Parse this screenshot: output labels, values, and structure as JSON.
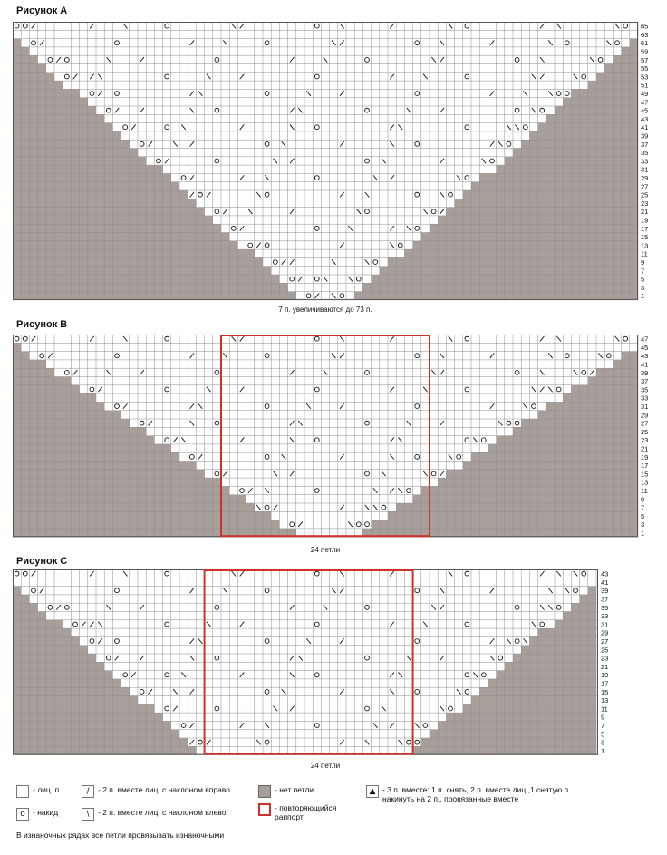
{
  "charts": [
    {
      "title": "Рисунок A",
      "caption": "7 п. увеличиваются до 73 п.",
      "row_labels": [
        "65",
        "63",
        "61",
        "59",
        "57",
        "55",
        "53",
        "51",
        "49",
        "47",
        "45",
        "43",
        "41",
        "39",
        "37",
        "35",
        "33",
        "31",
        "29",
        "27",
        "25",
        "23",
        "21",
        "19",
        "17",
        "15",
        "13",
        "11",
        "9",
        "7",
        "5",
        "3",
        "1"
      ]
    },
    {
      "title": "Рисунок B",
      "caption": "24 петли",
      "row_labels": [
        "47",
        "45",
        "43",
        "41",
        "39",
        "37",
        "35",
        "33",
        "31",
        "29",
        "27",
        "25",
        "23",
        "21",
        "19",
        "17",
        "15",
        "13",
        "11",
        "9",
        "7",
        "5",
        "3",
        "1"
      ]
    },
    {
      "title": "Рисунок C",
      "caption": "24 петли",
      "row_labels": [
        "43",
        "41",
        "39",
        "37",
        "35",
        "33",
        "31",
        "29",
        "27",
        "25",
        "23",
        "21",
        "19",
        "17",
        "15",
        "13",
        "11",
        "9",
        "7",
        "5",
        "3",
        "1"
      ]
    }
  ],
  "legend": [
    {
      "symbol": "",
      "label": "- лиц. п."
    },
    {
      "symbol": "o",
      "label": "- накид"
    },
    {
      "symbol": "/",
      "label": "- 2 п. вместе лиц. с наклоном вправо"
    },
    {
      "symbol": "\\",
      "label": "- 2 п. вместе лиц. с наклоном влево"
    },
    {
      "symbol": "",
      "label": "- нет петли"
    },
    {
      "symbol": "",
      "label": "- повторяющийся раппорт"
    },
    {
      "symbol": "▲",
      "label": "- 3 п. вместе: 1 п. снять, 2 п. вместе лиц.,1 снятую п. накинуть на 2 п., провязанные вместе"
    }
  ],
  "note": "В изнаночных рядах все петли провязывать изнаночными",
  "colors": {
    "no_stitch": "#a89e9a",
    "repeat_border": "#d0302a",
    "grid": "#8c8c8c"
  }
}
